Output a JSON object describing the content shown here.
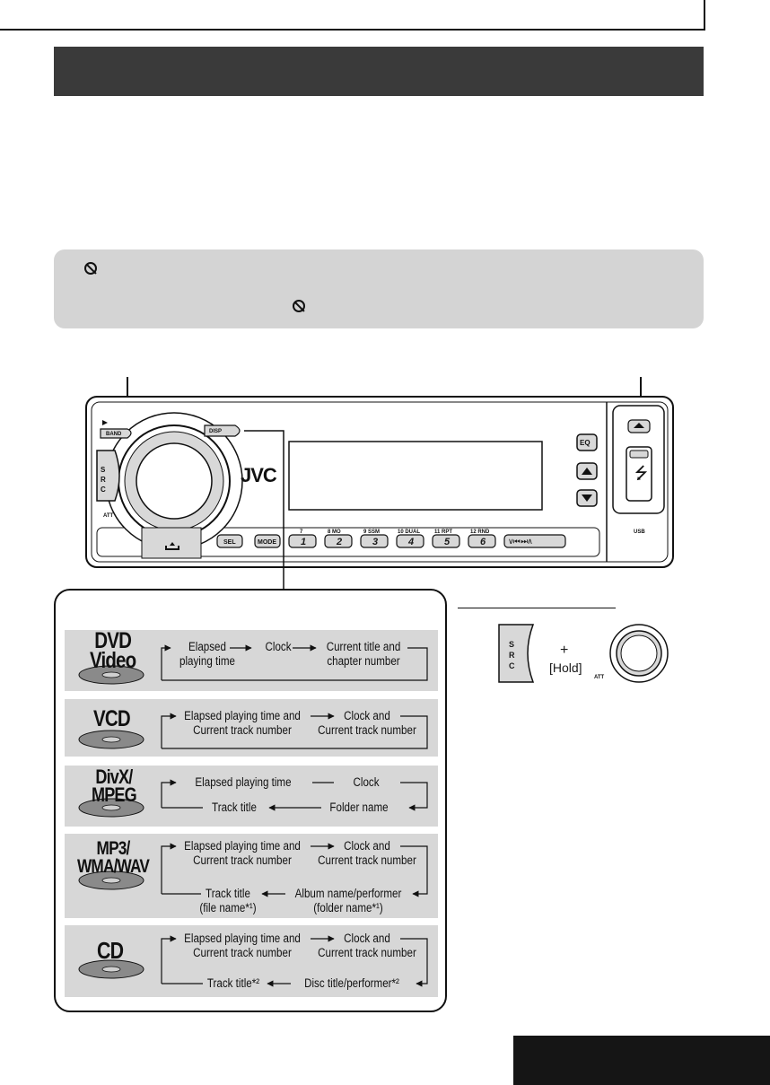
{
  "device": {
    "brand": "JVC",
    "buttons": {
      "band": "BAND",
      "disp": "DISP",
      "src": "SRC",
      "power_att": "ATT",
      "eq": "EQ",
      "sel": "SEL",
      "mode": "MODE",
      "usb": "USB",
      "presets": [
        {
          "top": "7",
          "num": "1"
        },
        {
          "top": "8  MO",
          "num": "2"
        },
        {
          "top": "9  SSM",
          "num": "3"
        },
        {
          "top": "10  DUAL",
          "num": "4"
        },
        {
          "top": "11  RPT",
          "num": "5"
        },
        {
          "top": "12  RND",
          "num": "6"
        }
      ]
    }
  },
  "hold_diagram": {
    "src_label": "SRC",
    "plus": "+",
    "hold": "[Hold]",
    "att_label": "ATT"
  },
  "display_modes": [
    {
      "disc": "DVD Video",
      "disc_line1": "DVD",
      "disc_line2": "Video",
      "row1": [
        "Elapsed\nplaying time",
        "Clock",
        "Current title and\nchapter number"
      ]
    },
    {
      "disc": "VCD",
      "disc_line1": "VCD",
      "row1": [
        "Elapsed playing time and\nCurrent track number",
        "Clock and\nCurrent track number"
      ]
    },
    {
      "disc": "DivX/MPEG",
      "disc_line1": "DivX/",
      "disc_line2": "MPEG",
      "row1": [
        "Elapsed playing time",
        "Clock"
      ],
      "row2": [
        "Track title",
        "Folder name"
      ]
    },
    {
      "disc": "MP3/WMA/WAV",
      "disc_line1": "MP3/",
      "disc_line2": "WMA/WAV",
      "row1": [
        "Elapsed playing time and\nCurrent track number",
        "Clock and\nCurrent track number"
      ],
      "row2": [
        "Track title\n(file name*¹)",
        "Album name/performer\n(folder name*¹)"
      ]
    },
    {
      "disc": "CD",
      "disc_line1": "CD",
      "row1": [
        "Elapsed playing time and\nCurrent track number",
        "Clock and\nCurrent track number"
      ],
      "row2": [
        "Track title*²",
        "Disc title/performer*²"
      ]
    }
  ]
}
